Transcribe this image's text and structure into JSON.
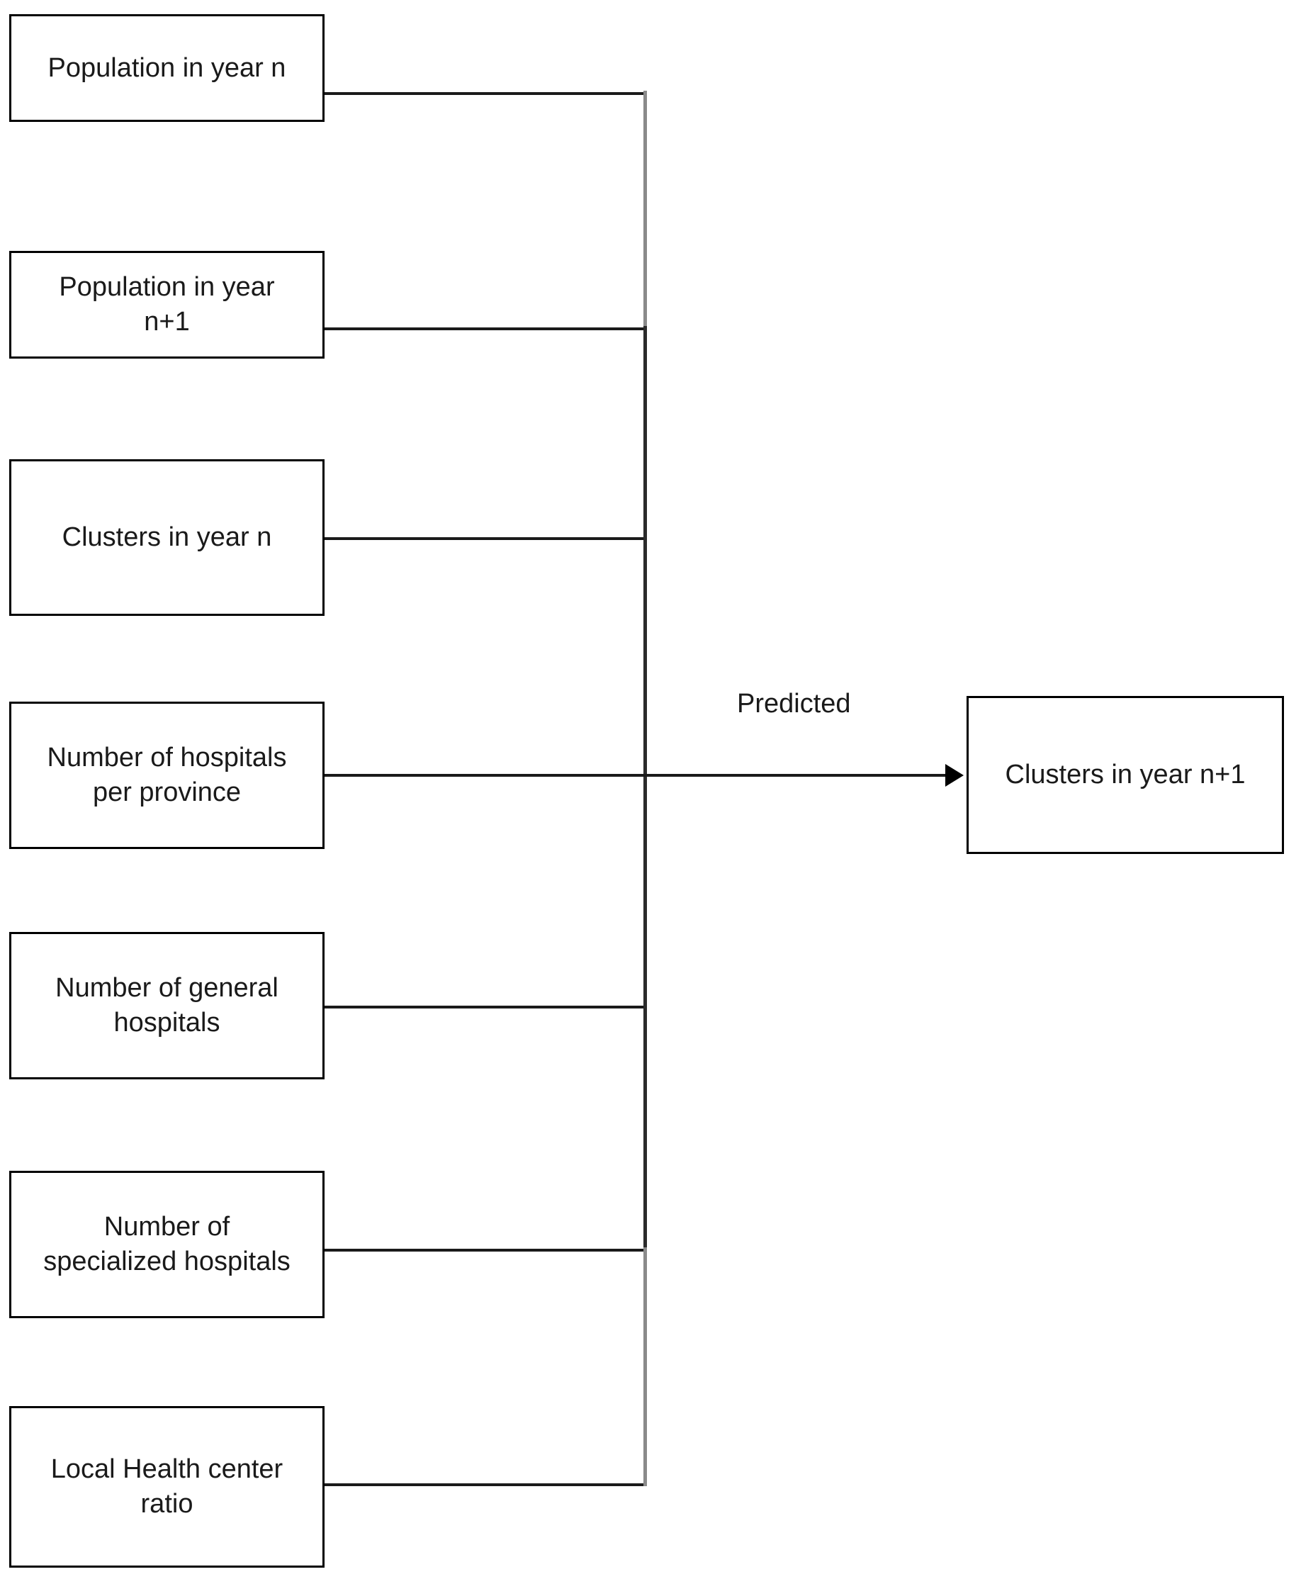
{
  "diagram": {
    "title_text": "",
    "colors": {
      "node_border": "#000000",
      "node_fill": "#ffffff",
      "edge_dark": "#1a1a1a",
      "trunk_gray": "#8a8a8a",
      "trunk_dark": "#2b2b2b",
      "text": "#1a1a1a",
      "background": "#ffffff"
    },
    "input_nodes": [
      {
        "id": "population-year-n",
        "label": "Population in year n"
      },
      {
        "id": "population-year-n-plus-1",
        "label": "Population in year\nn+1"
      },
      {
        "id": "clusters-year-n",
        "label": "Clusters in year n"
      },
      {
        "id": "hospitals-per-province",
        "label": "Number of hospitals\nper province"
      },
      {
        "id": "general-hospitals",
        "label": "Number of general\nhospitals"
      },
      {
        "id": "specialized-hospitals",
        "label": "Number of\nspecialized hospitals"
      },
      {
        "id": "local-health-center-ratio",
        "label": "Local Health center\nratio"
      }
    ],
    "edge_label": "Predicted",
    "output_node": {
      "id": "clusters-year-n-plus-1",
      "label": "Clusters in year n+1"
    }
  }
}
